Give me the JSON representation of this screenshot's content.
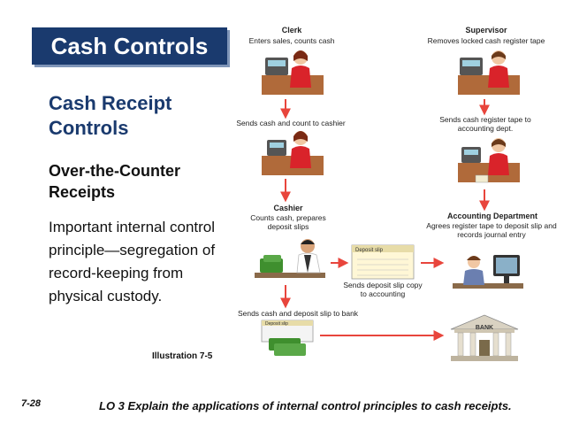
{
  "slide": {
    "banner": "Cash Controls",
    "heading": "Cash Receipt Controls",
    "subheading": "Over-the-Counter Receipts",
    "body": "Important internal control principle—segregation of record-keeping from physical custody.",
    "illustration_label": "Illustration 7-5",
    "page_number": "7-28",
    "learning_objective": "LO 3  Explain the applications of internal control principles to cash receipts."
  },
  "diagram": {
    "clerk_role": "Clerk",
    "clerk_desc": "Enters sales, counts cash",
    "supervisor_role": "Supervisor",
    "supervisor_desc": "Removes locked cash register tape",
    "step_cashier": "Sends cash and count to cashier",
    "step_accounting": "Sends cash register tape to accounting dept.",
    "cashier_role": "Cashier",
    "cashier_desc": "Counts cash, prepares deposit slips",
    "accounting_role": "Accounting Department",
    "accounting_desc": "Agrees register tape to deposit slip and records journal entry",
    "slip_label": "Deposit slip",
    "slip_step": "Sends deposit slip copy to accounting",
    "bank_step": "Sends cash and deposit slip to bank",
    "bank_label": "BANK"
  },
  "colors": {
    "banner": "#1a3a6e",
    "heading": "#1a3a6e",
    "arrow": "#e8453c",
    "shirt": "#d9232a",
    "cash": "#3f8f2e"
  }
}
